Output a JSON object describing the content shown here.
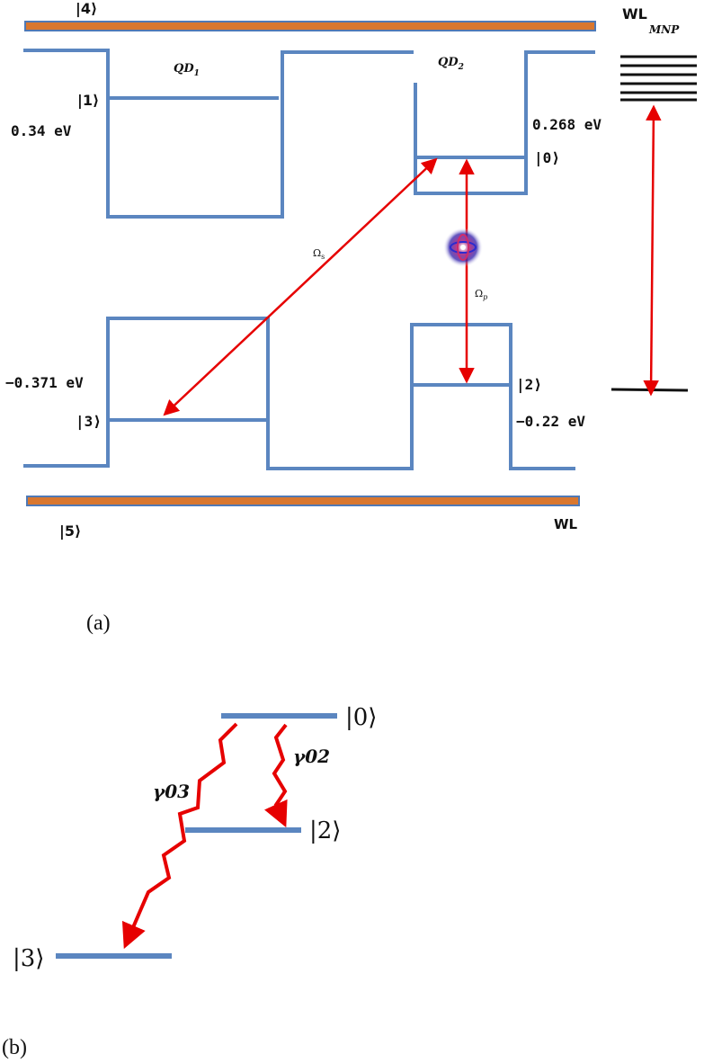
{
  "colors": {
    "level_blue": "#5b86c0",
    "wl_fill": "#d9772f",
    "wl_stroke": "#4f79b6",
    "transition_red": "#e60000",
    "mnp_black": "#111111"
  },
  "panel_a": {
    "states": {
      "s4": "|4⟩",
      "s1": "|1⟩",
      "s0": "|0⟩",
      "s3": "|3⟩",
      "s2": "|2⟩",
      "s5": "|5⟩"
    },
    "wl_top": "WL",
    "wl_bottom": "WL",
    "mnp": "MNP",
    "qd1_base": "QD",
    "qd1_sub": "1",
    "qd2_base": "QD",
    "qd2_sub": "2",
    "energies": {
      "e034": "0.34 eV",
      "e0268": "0.268 eV",
      "em0371": "−0.371 eV",
      "em022": "−0.22 eV"
    },
    "omega_s_base": "Ω",
    "omega_s_sub": "s",
    "omega_p_base": "Ω",
    "omega_p_sub": "p",
    "caption": "(a)"
  },
  "panel_b": {
    "states": {
      "s0": "|0⟩",
      "s2": "|2⟩",
      "s3": "|3⟩"
    },
    "gamma03": "γ03",
    "gamma02": "γ02",
    "caption": "(b)"
  }
}
